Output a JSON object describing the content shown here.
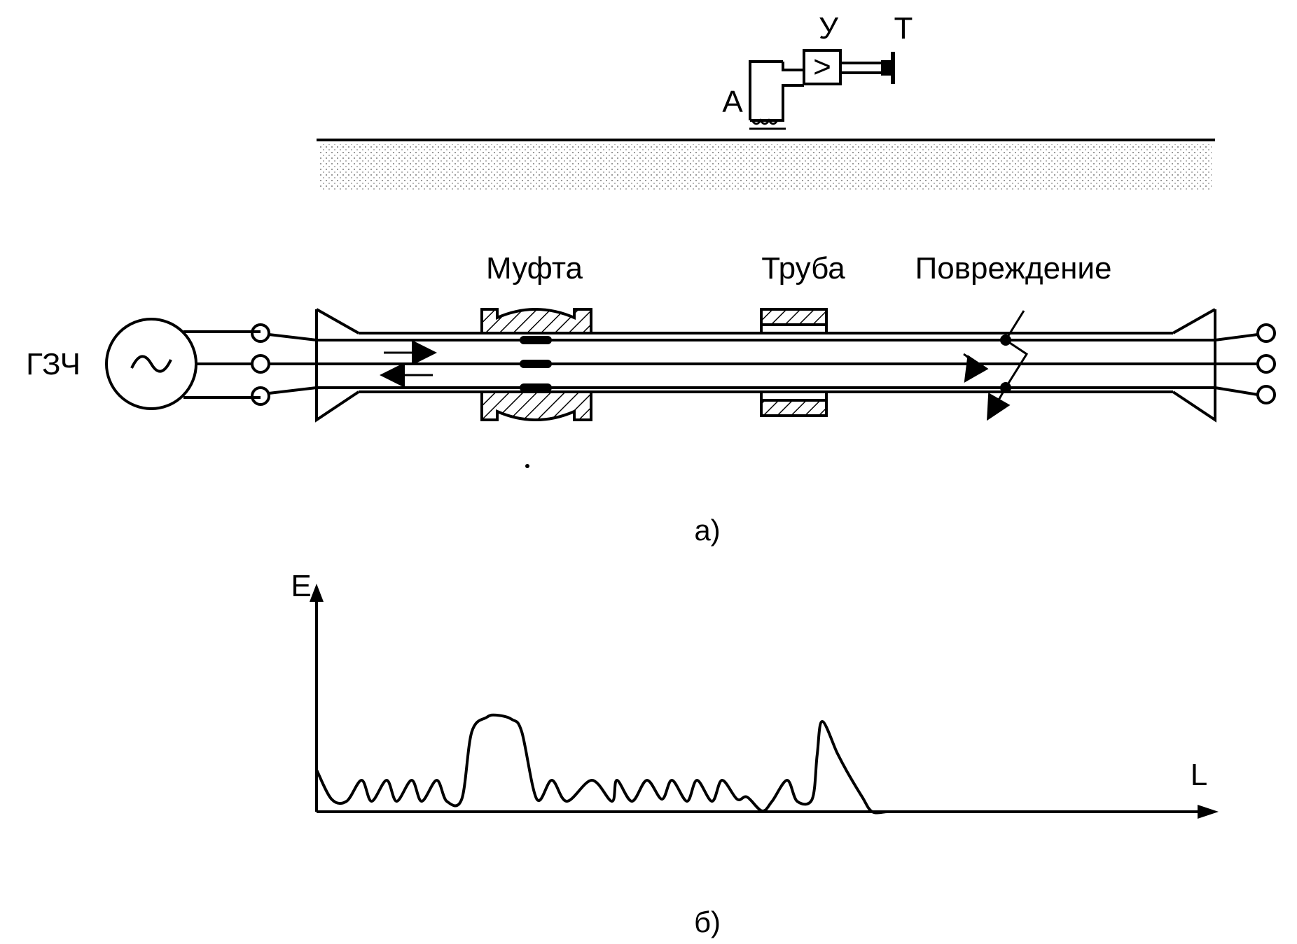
{
  "labels": {
    "amplifier": "У",
    "phones": "Т",
    "antenna": "А",
    "amplifier_symbol": ">",
    "sleeve": "Муфта",
    "pipe": "Труба",
    "damage": "Повреждение",
    "generator": "ГЗЧ",
    "panel_a": "а)",
    "panel_b": "б)"
  },
  "chart_data": {
    "type": "line",
    "xlabel": "L",
    "ylabel": "E",
    "series": [
      {
        "x": [
          0,
          3,
          6,
          9,
          11,
          14,
          16,
          19,
          21,
          24,
          26,
          29,
          31,
          34,
          36,
          39,
          41,
          44,
          47,
          50,
          55,
          59,
          60,
          63,
          66,
          69,
          71,
          74,
          76,
          79,
          81,
          84,
          86,
          89,
          91,
          94,
          96,
          99,
          100,
          101,
          104,
          106,
          109,
          111,
          114,
          116,
          119,
          121,
          124,
          126,
          129,
          131,
          134,
          137,
          138,
          140,
          143,
          145,
          148,
          155
        ],
        "y": [
          1.0,
          0.3,
          0.25,
          0.75,
          0.25,
          0.75,
          0.25,
          0.75,
          0.25,
          0.75,
          0.25,
          0.3,
          1.9,
          2.25,
          2.3,
          2.2,
          1.9,
          0.3,
          0.75,
          0.25,
          0.75,
          0.25,
          0.75,
          0.25,
          0.75,
          0.3,
          0.75,
          0.25,
          0.75,
          0.25,
          0.75,
          0.3,
          0.35,
          0.02,
          0.25,
          0.75,
          0.25,
          0.3,
          1.35,
          2.15,
          1.4,
          0.95,
          0.35,
          0,
          0,
          0,
          0,
          0,
          0,
          0,
          0,
          0,
          0,
          0,
          0,
          0,
          0,
          0,
          0,
          0
        ]
      }
    ]
  },
  "icons": {
    "generator_symbol": "sine-wave-icon",
    "damage_symbol": "lightning-bolt-icon"
  }
}
